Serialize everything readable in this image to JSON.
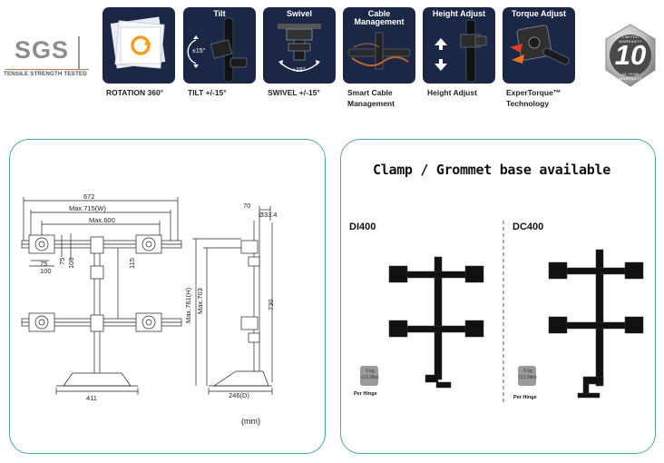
{
  "certification": {
    "logo_text": "SGS",
    "subtitle": "TENSILE STRENGTH TESTED"
  },
  "features": [
    {
      "heading": "",
      "caption": "ROTATION 360°",
      "icon": "rotation-icon"
    },
    {
      "heading": "Tilt",
      "caption": "TILT +/-15°",
      "icon": "tilt-icon",
      "badge": "±15°"
    },
    {
      "heading": "Swivel",
      "caption": "SWIVEL +/-15°",
      "icon": "swivel-icon",
      "badge": "+15°"
    },
    {
      "heading": "Cable Management",
      "caption": "Smart Cable Management",
      "icon": "cable-icon"
    },
    {
      "heading": "Height Adjust",
      "caption": "Height Adjust",
      "icon": "height-icon"
    },
    {
      "heading": "Torque Adjust",
      "caption": "ExperTorque™ Technology",
      "icon": "torque-icon"
    }
  ],
  "warranty": {
    "number": "10",
    "top_text": "LIMITED WARRANTY",
    "bottom_text": "10 YEAR WARRANTY"
  },
  "diagram": {
    "front": {
      "width_total": "672",
      "width_max": "Max.715(W)",
      "width_600": "Max.600",
      "vesa_75": "75",
      "vesa_100": "100",
      "side_75": "75",
      "side_100": "100",
      "gap": "115",
      "base": "411"
    },
    "side": {
      "top": "70",
      "pole": "Ø33.4",
      "max_height": "Max.761(H)",
      "max_703": "Max.703",
      "height_730": "730",
      "depth": "246(D)"
    },
    "unit": "(mm)"
  },
  "availability": {
    "title": "Clamp / Grommet base available",
    "models": [
      {
        "name": "DI400",
        "weight_top": "6 kg",
        "weight_bottom": "(13.2lbs)",
        "per_hinge": "Per Hinge"
      },
      {
        "name": "DC400",
        "weight_top": "6 kg",
        "weight_bottom": "(13.2lbs)",
        "per_hinge": "Per Hinge"
      }
    ]
  }
}
